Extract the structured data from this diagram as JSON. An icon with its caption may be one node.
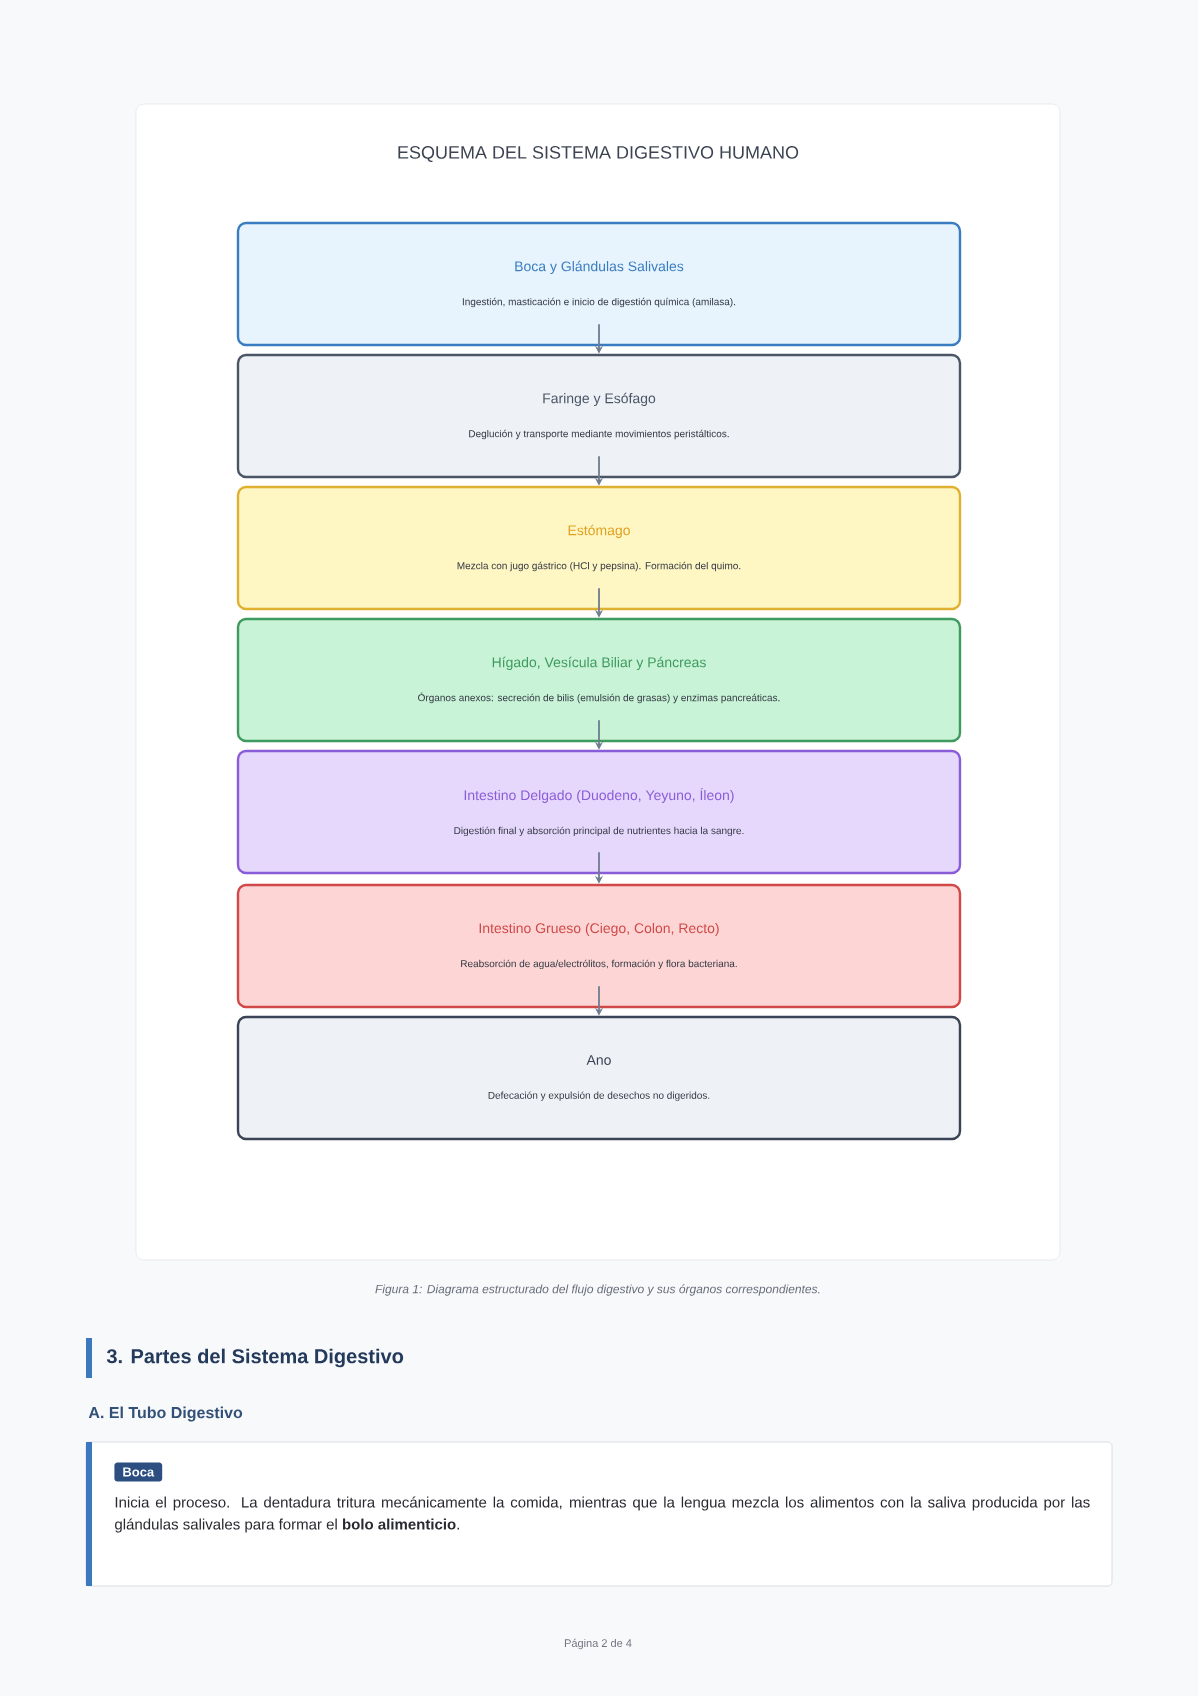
{
  "diagram": {
    "title": "ESQUEMA DEL SISTEMA DIGESTIVO HUMANO",
    "caption": "Figura 1: Diagrama estructurado del flujo digestivo y sus órganos correspondientes.",
    "nodes": [
      {
        "text": [
          "Boca y Glándulas Salivales",
          "Ingestión, masticación e inicio de digestión química (amilasa)."
        ]
      },
      {
        "text": [
          "Faringe y Esófago",
          "Deglución y transporte mediante movimientos peristálticos."
        ]
      },
      {
        "text": [
          "Estómago",
          "Mezcla con jugo gástrico (HCl y pepsina). Formación del quimo."
        ]
      },
      {
        "text": [
          "Hígado, Vesícula Biliar y Páncreas",
          "Órganos anexos: secreción de bilis (emulsión de grasas) y enzimas pancreáticas."
        ]
      },
      {
        "text": [
          "Intestino Delgado (Duodeno, Yeyuno, Íleon)",
          "Digestión final y absorción principal de nutrientes hacia la sangre."
        ]
      },
      {
        "text": [
          "Intestino Grueso (Ciego, Colon, Recto)",
          "Reabsorción de agua/electrólitos, formación y flora bacteriana."
        ]
      },
      {
        "text": [
          "Ano",
          "Defecación y expulsión de desechos no digeridos."
        ]
      }
    ],
    "edges": [
      {
        "from": 0,
        "to": 1,
        "arrow": "to"
      },
      {
        "from": 1,
        "to": 2,
        "arrow": "to"
      },
      {
        "from": 2,
        "to": 3,
        "arrow": "to"
      },
      {
        "from": 3,
        "to": 4,
        "arrow": "to"
      },
      {
        "from": 4,
        "to": 5,
        "arrow": "to"
      },
      {
        "from": 5,
        "to": 6,
        "arrow": "to"
      }
    ],
    "labels": [
      "3. Partes del Sistema Digestivo",
      "A. El Tubo Digestivo",
      "Boca",
      "Inicia el proceso. La dentadura tritura mecánicamente la comida, mientras que la lengua mezcla los alimentos con la saliva producida por las glándulas salivales para formar el **bolo alimenticio**.",
      "Página 2 de 4"
    ]
  }
}
